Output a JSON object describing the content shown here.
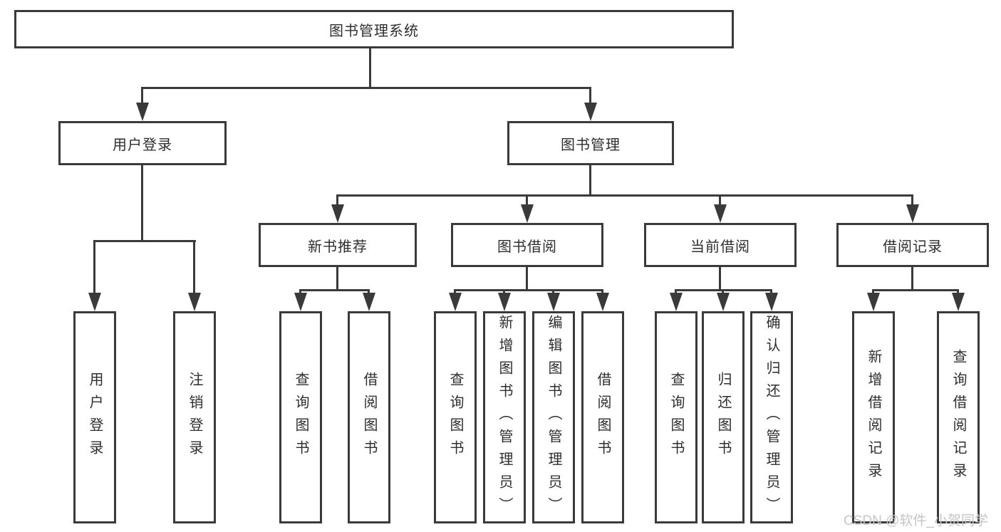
{
  "diagram": {
    "title": "图书管理系统",
    "level2": [
      "用户登录",
      "图书管理"
    ],
    "level3": [
      "新书推荐",
      "图书借阅",
      "当前借阅",
      "借阅记录"
    ],
    "leaves": {
      "user_login": [
        "用户登录",
        "注销登录"
      ],
      "new_book_recommend": [
        "查询图书",
        "借阅图书"
      ],
      "book_borrowing": [
        "查询图书",
        "新增图书（管理员）",
        "编辑图书（管理员）",
        "借阅图书"
      ],
      "current_borrowing": [
        "查询图书",
        "归还图书",
        "确认归还（管理员）"
      ],
      "borrowing_records": [
        "新增借阅记录",
        "查询借阅记录"
      ]
    }
  },
  "watermark": "CSDN @软件_小贺同学",
  "colors": {
    "line": "#3a3a3a",
    "text": "#2e2e2e",
    "watermark": "#c5c5c5",
    "background": "#ffffff"
  }
}
